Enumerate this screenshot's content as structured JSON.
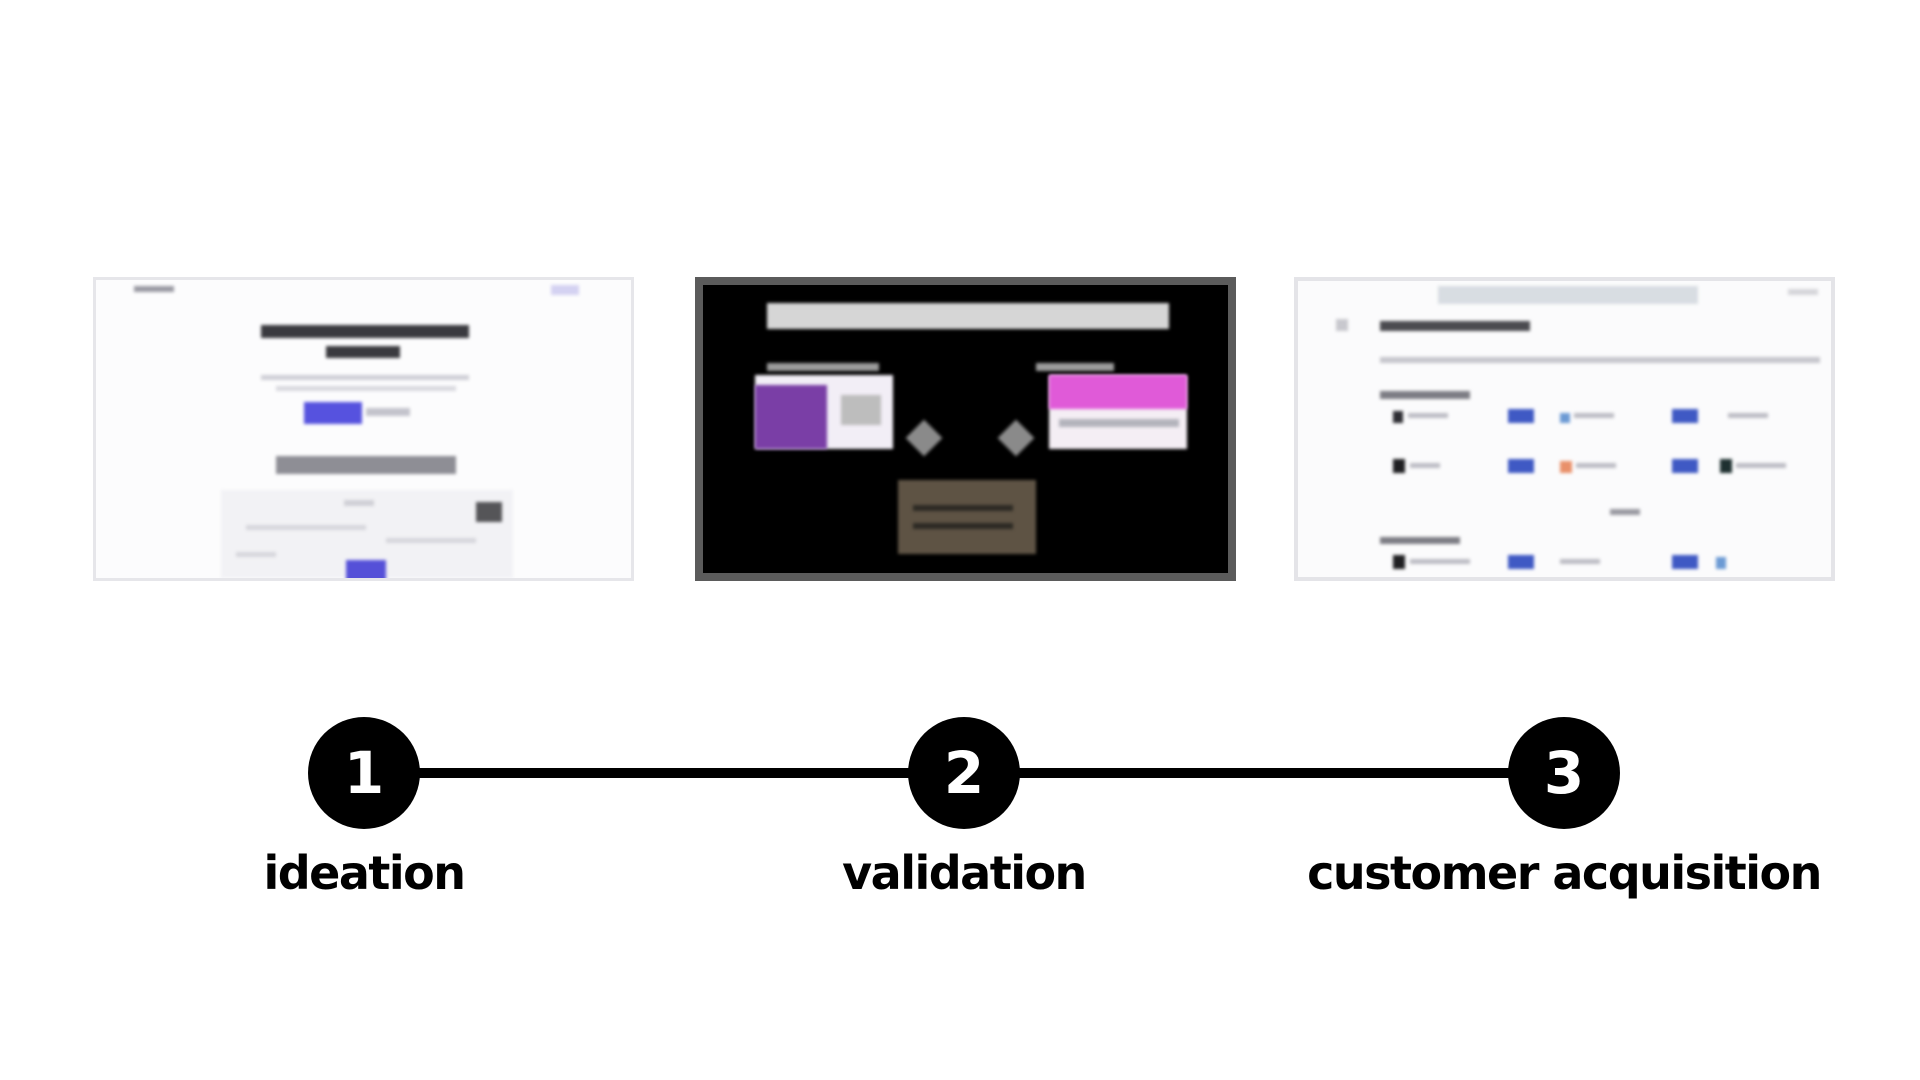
{
  "steps": [
    {
      "number": "1",
      "label": "ideation"
    },
    {
      "number": "2",
      "label": "validation"
    },
    {
      "number": "3",
      "label": "customer acquisition"
    }
  ],
  "colors": {
    "background": "#ffffff",
    "timeline": "#000000",
    "circle_fill": "#000000",
    "circle_text": "#ffffff",
    "label_text": "#000000"
  }
}
